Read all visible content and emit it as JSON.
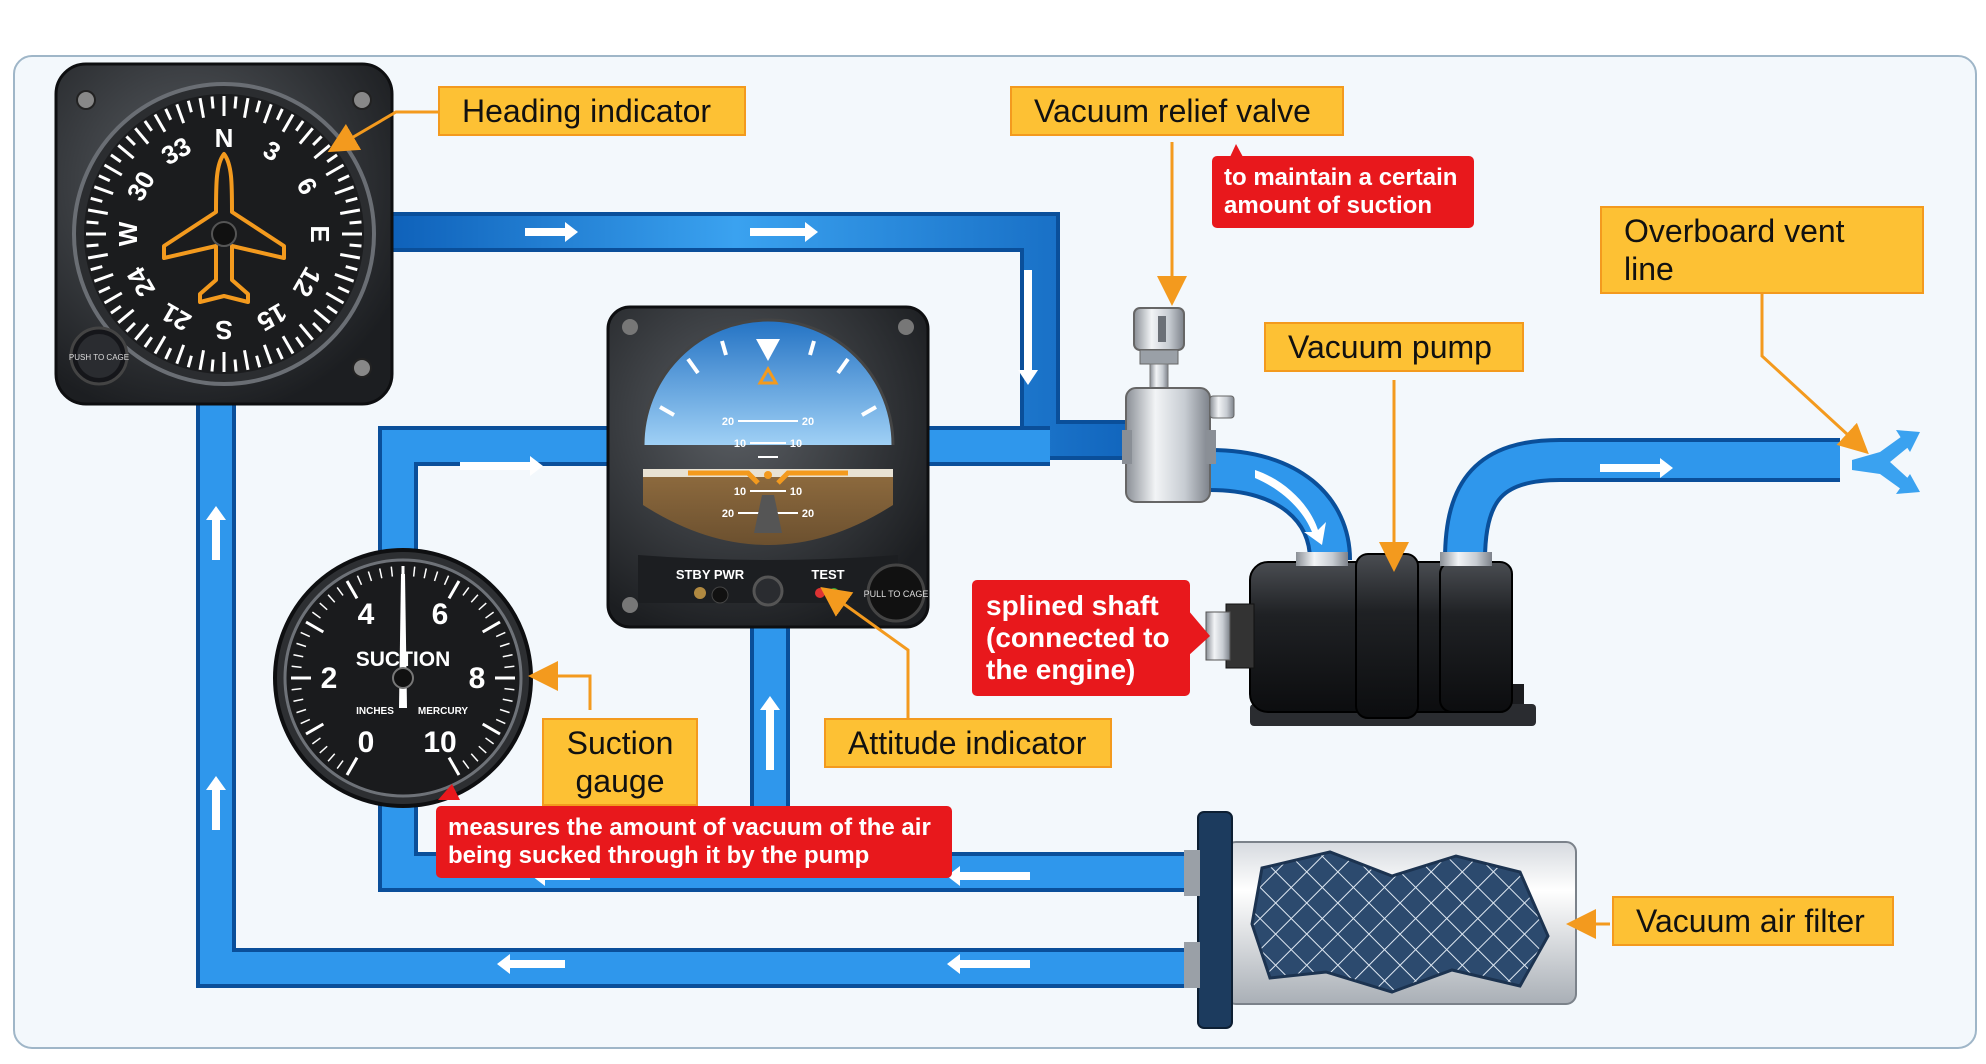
{
  "labels": {
    "heading_indicator": "Heading indicator",
    "vacuum_relief_valve": "Vacuum relief valve",
    "overboard_vent_line": "Overboard vent line",
    "vacuum_pump": "Vacuum pump",
    "attitude_indicator": "Attitude indicator",
    "suction_gauge_line1": "Suction",
    "suction_gauge_line2": "gauge",
    "vacuum_air_filter": "Vacuum air filter"
  },
  "notes": {
    "relief_valve": [
      "to maintain a certain",
      "amount of suction"
    ],
    "splined_shaft": [
      "splined shaft",
      "(connected to",
      "the engine)"
    ],
    "suction_gauge": [
      "measures the amount of vacuum of the air",
      "being sucked through it by the pump"
    ]
  },
  "heading_dial": {
    "numbers": [
      "N",
      "3",
      "6",
      "E",
      "12",
      "15",
      "S",
      "21",
      "24",
      "W",
      "30",
      "33"
    ],
    "knob_text": "PUSH TO CAGE"
  },
  "suction_dial": {
    "title": "SUCTION",
    "unit_left": "INCHES",
    "unit_right": "MERCURY",
    "numbers": [
      "0",
      "2",
      "4",
      "6",
      "8",
      "10"
    ]
  },
  "attitude_dial": {
    "pitch_marks": [
      "20",
      "10",
      "10",
      "20"
    ],
    "stby_label": "STBY PWR",
    "test_label": "TEST",
    "knob_text": "PULL TO CAGE"
  },
  "colors": {
    "pipe": "#1e88e5",
    "label_fill": "#fdc134",
    "note_fill": "#e8181c",
    "leader": "#f39a1e"
  }
}
